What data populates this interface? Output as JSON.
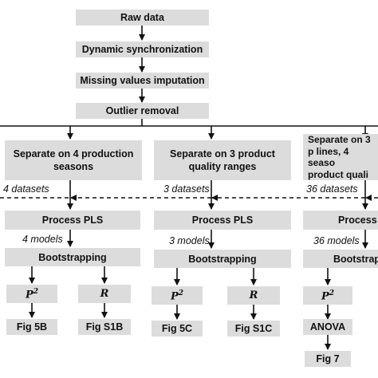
{
  "pipeline": {
    "raw_data": "Raw data",
    "dynamic_sync": "Dynamic synchronization",
    "missing_values": "Missing values imputation",
    "outlier_removal": "Outlier removal"
  },
  "branches": [
    {
      "separate": "Separate on 4 production seasons",
      "datasets": "4 datasets",
      "pls": "Process PLS",
      "models": "4 models",
      "bootstrapping": "Bootstrapping",
      "left_metric": "P",
      "left_exp": "2",
      "right_metric": "R",
      "left_fig": "Fig 5B",
      "right_fig": "Fig S1B"
    },
    {
      "separate": "Separate on 3 product quality ranges",
      "datasets": "3 datasets",
      "pls": "Process PLS",
      "models": "3 models",
      "bootstrapping": "Bootstrapping",
      "left_metric": "P",
      "left_exp": "2",
      "right_metric": "R",
      "left_fig": "Fig 5C",
      "right_fig": "Fig S1C"
    },
    {
      "separate": "Separate on 3 p lines, 4 seaso product quali",
      "datasets": "36 datasets",
      "pls": "Process",
      "models": "36 models",
      "bootstrapping": "Bootstrapp",
      "left_metric": "P",
      "left_exp": "2",
      "anova": "ANOVA",
      "fig": "Fig 7"
    }
  ]
}
